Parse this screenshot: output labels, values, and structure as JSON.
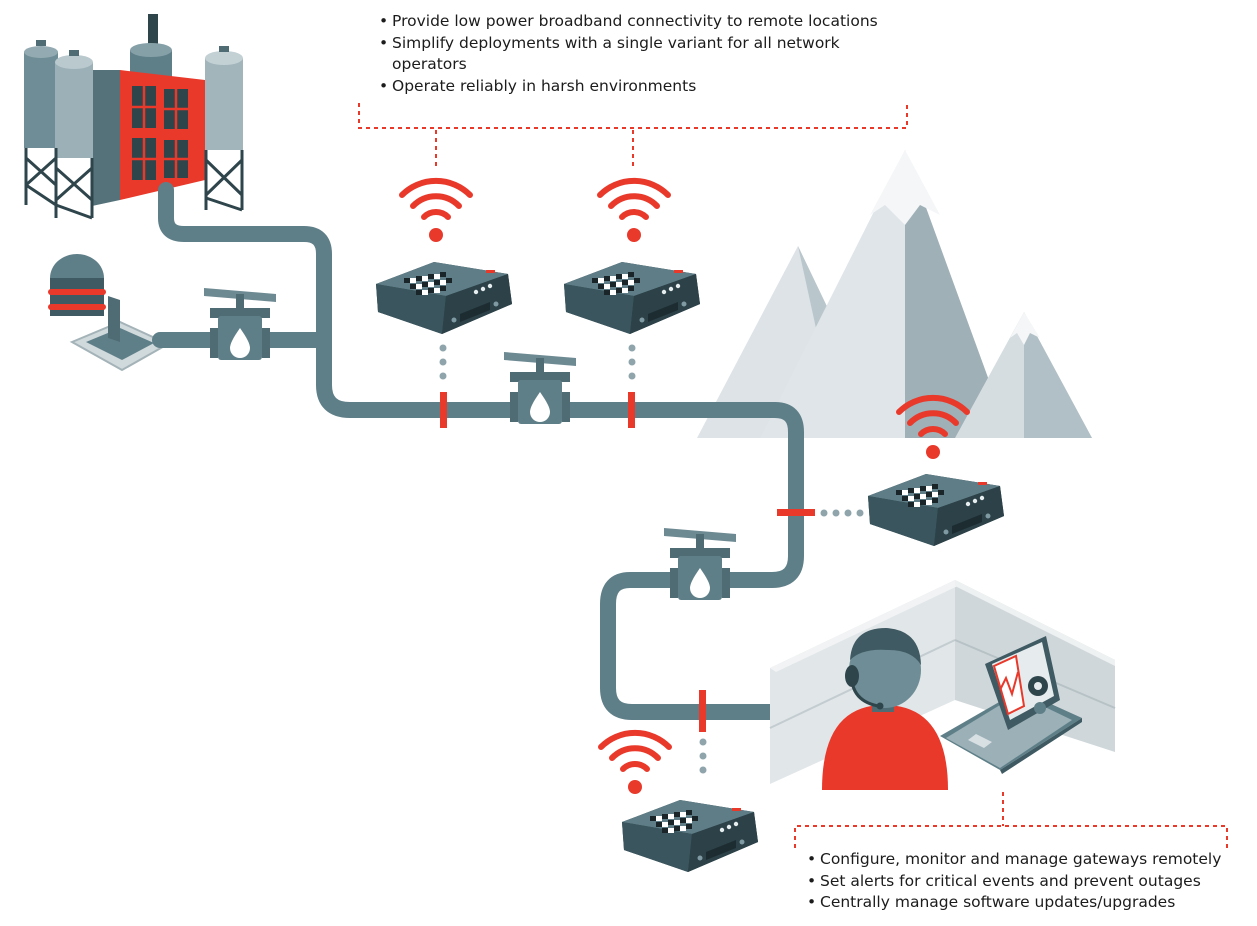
{
  "top_list": {
    "items": [
      "Provide low power broadband connectivity to remote locations",
      "Simplify deployments with a single variant for all network operators",
      "Operate reliably in harsh environments"
    ]
  },
  "bottom_list": {
    "items": [
      "Configure, monitor and manage gateways remotely",
      "Set alerts for critical events and prevent outages",
      "Centrally manage software updates/upgrades"
    ]
  },
  "colors": {
    "accent_red": "#e8392b",
    "pipe": "#5f7f88",
    "device_body": "#3f5a62",
    "mountain_light": "#d9dfe2",
    "mountain_dark": "#9aabb2"
  }
}
